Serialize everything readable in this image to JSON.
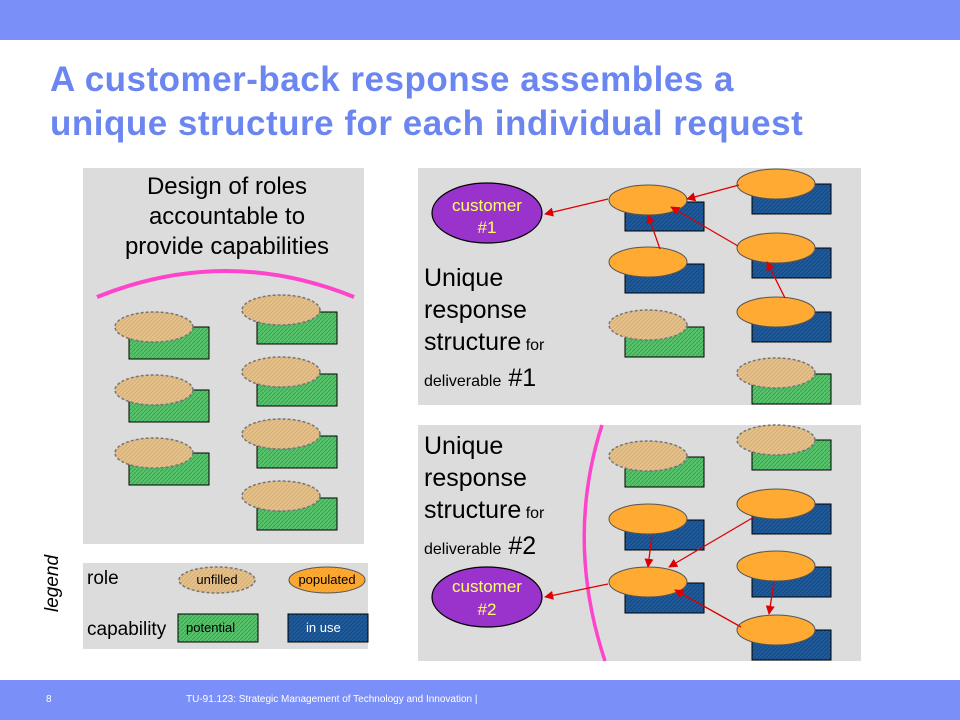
{
  "slide": {
    "title_line1": "A customer-back response assembles a",
    "title_line2": "unique structure for each individual request",
    "page_number": "8",
    "footer": "TU-91.123: Strategic Management of Technology and Innovation |"
  },
  "design_panel": {
    "heading_line1": "Design of roles",
    "heading_line2": "accountable to",
    "heading_line3": "provide capabilities"
  },
  "response1": {
    "line1": "Unique",
    "line2": "response",
    "line3_main": "structure",
    "line3_small": " for",
    "line4_small": "deliverable",
    "line4_main": " #1",
    "customer_line1": "customer",
    "customer_line2": "#1"
  },
  "response2": {
    "line1": "Unique",
    "line2": "response",
    "line3_main": "structure",
    "line3_small": " for",
    "line4_small": "deliverable",
    "line4_main": " #2",
    "customer_line1": "customer",
    "customer_line2": "#2"
  },
  "legend": {
    "word": "legend",
    "role_label": "role",
    "capability_label": "capability",
    "unfilled": "unfilled",
    "populated": "populated",
    "potential": "potential",
    "in_use": "in use"
  },
  "colors": {
    "band": "#7b8ff8",
    "title": "#6b86f0",
    "panel": "#dcdcdc",
    "role_unfilled": "#e6c08a",
    "role_populated": "#ffaa33",
    "capability_potential": "#55c46a",
    "capability_in_use": "#1f5a9a",
    "customer": "#9933cc",
    "arrow": "#dd0000",
    "arc": "#ff44cc"
  }
}
